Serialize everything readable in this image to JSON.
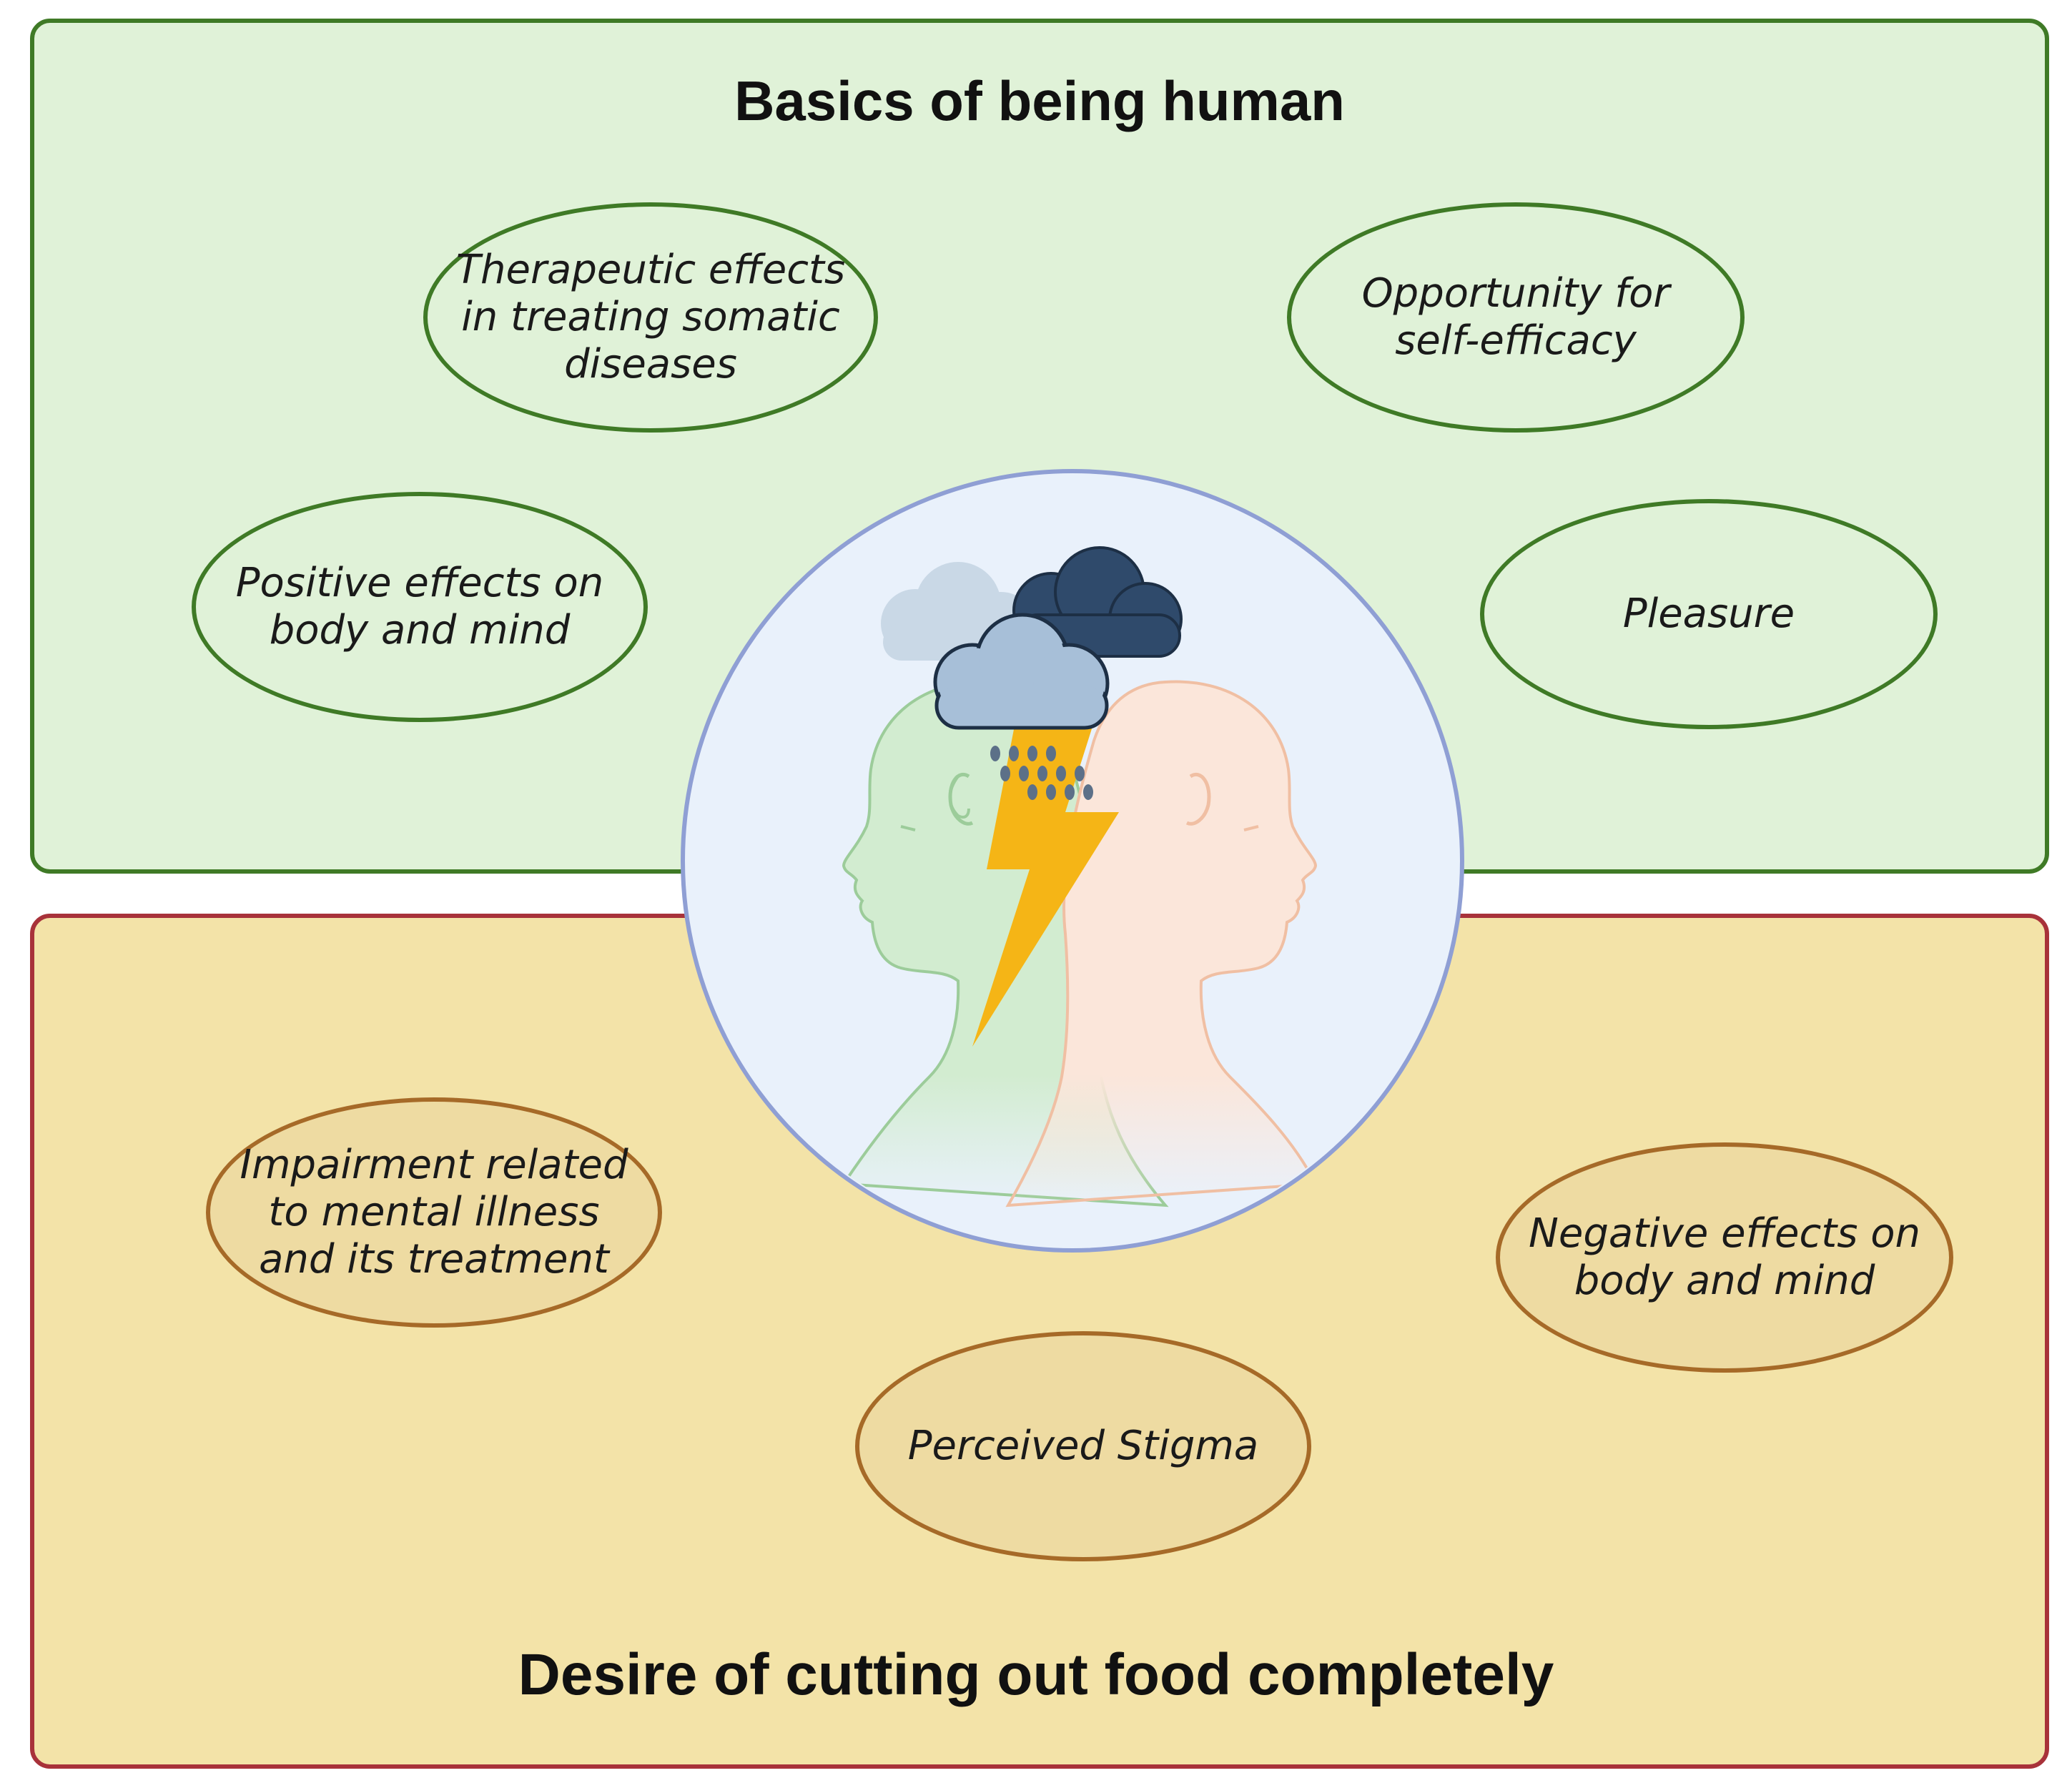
{
  "top_panel": {
    "title": "Basics of being human",
    "colors": {
      "fill": "#e0f2d8",
      "border": "#3f7a26"
    },
    "items": [
      {
        "name": "therapeutic-effects",
        "text": "Therapeutic effects\nin treating somatic\ndiseases"
      },
      {
        "name": "self-efficacy",
        "text": "Opportunity for\nself-efficacy"
      },
      {
        "name": "positive-effects",
        "text": "Positive effects on\nbody and mind"
      },
      {
        "name": "pleasure",
        "text": "Pleasure"
      }
    ]
  },
  "bottom_panel": {
    "title": "Desire of cutting out food completely",
    "colors": {
      "fill": "#f3e3a8",
      "border": "#a8323a"
    },
    "items": [
      {
        "name": "impairment-mental-illness",
        "text": "Impairment related\nto mental illness\nand its treatment"
      },
      {
        "name": "negative-effects",
        "text": "Negative effects on\nbody and mind"
      },
      {
        "name": "perceived-stigma",
        "text": "Perceived Stigma"
      }
    ]
  },
  "center_illustration": {
    "icons": [
      "two-heads-back-to-back-icon",
      "storm-cloud-icon",
      "rain-drops-icon",
      "lightning-bolt-icon"
    ],
    "colors": {
      "circle_fill": "#e9f1fb",
      "circle_border": "#8f9fd4",
      "bolt": "#f5b516",
      "cloud_dark": "#2f4a6b",
      "cloud_mid": "#a7bfd8",
      "cloud_light": "#c9d8e6"
    }
  }
}
